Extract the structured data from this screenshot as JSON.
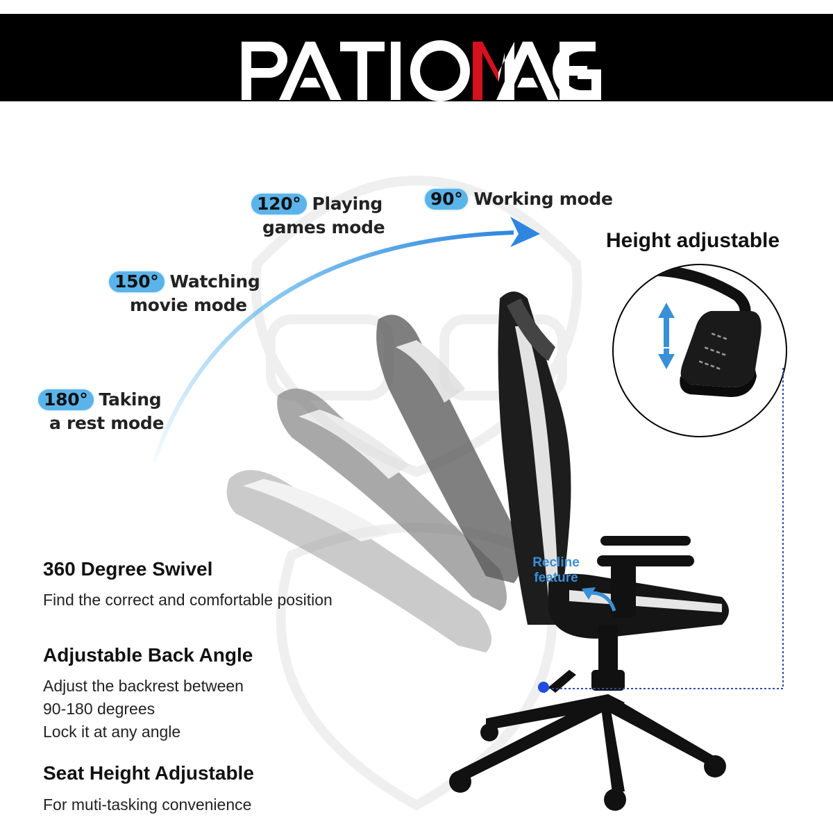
{
  "brand": {
    "name": "PATIOMAGE",
    "colors": {
      "header_bg": "#000000",
      "logo_white": "#ffffff",
      "logo_accent": "#d4111f",
      "pill_blue": "#5ab4ea"
    }
  },
  "recline_modes": [
    {
      "angle": "120°",
      "line1": "Playing",
      "line2": "games mode"
    },
    {
      "angle": "90°",
      "line1": "Working mode",
      "line2": ""
    },
    {
      "angle": "150°",
      "line1": "Watching",
      "line2": "movie mode"
    },
    {
      "angle": "180°",
      "line1": "Taking",
      "line2": "a rest mode"
    }
  ],
  "height_feature": {
    "title": "Height adjustable",
    "icon": "up-down-arrow-icon"
  },
  "recline_label": {
    "line1": "Recline",
    "line2": "feature"
  },
  "features": [
    {
      "title": "360 Degree Swivel",
      "lines": [
        "Find the correct and comfortable position"
      ]
    },
    {
      "title": "Adjustable Back Angle",
      "lines": [
        "Adjust the backrest between",
        "90-180 degrees",
        "Lock it at any angle"
      ]
    },
    {
      "title": "Seat Height Adjustable",
      "lines": [
        "For muti-tasking convenience"
      ]
    }
  ]
}
